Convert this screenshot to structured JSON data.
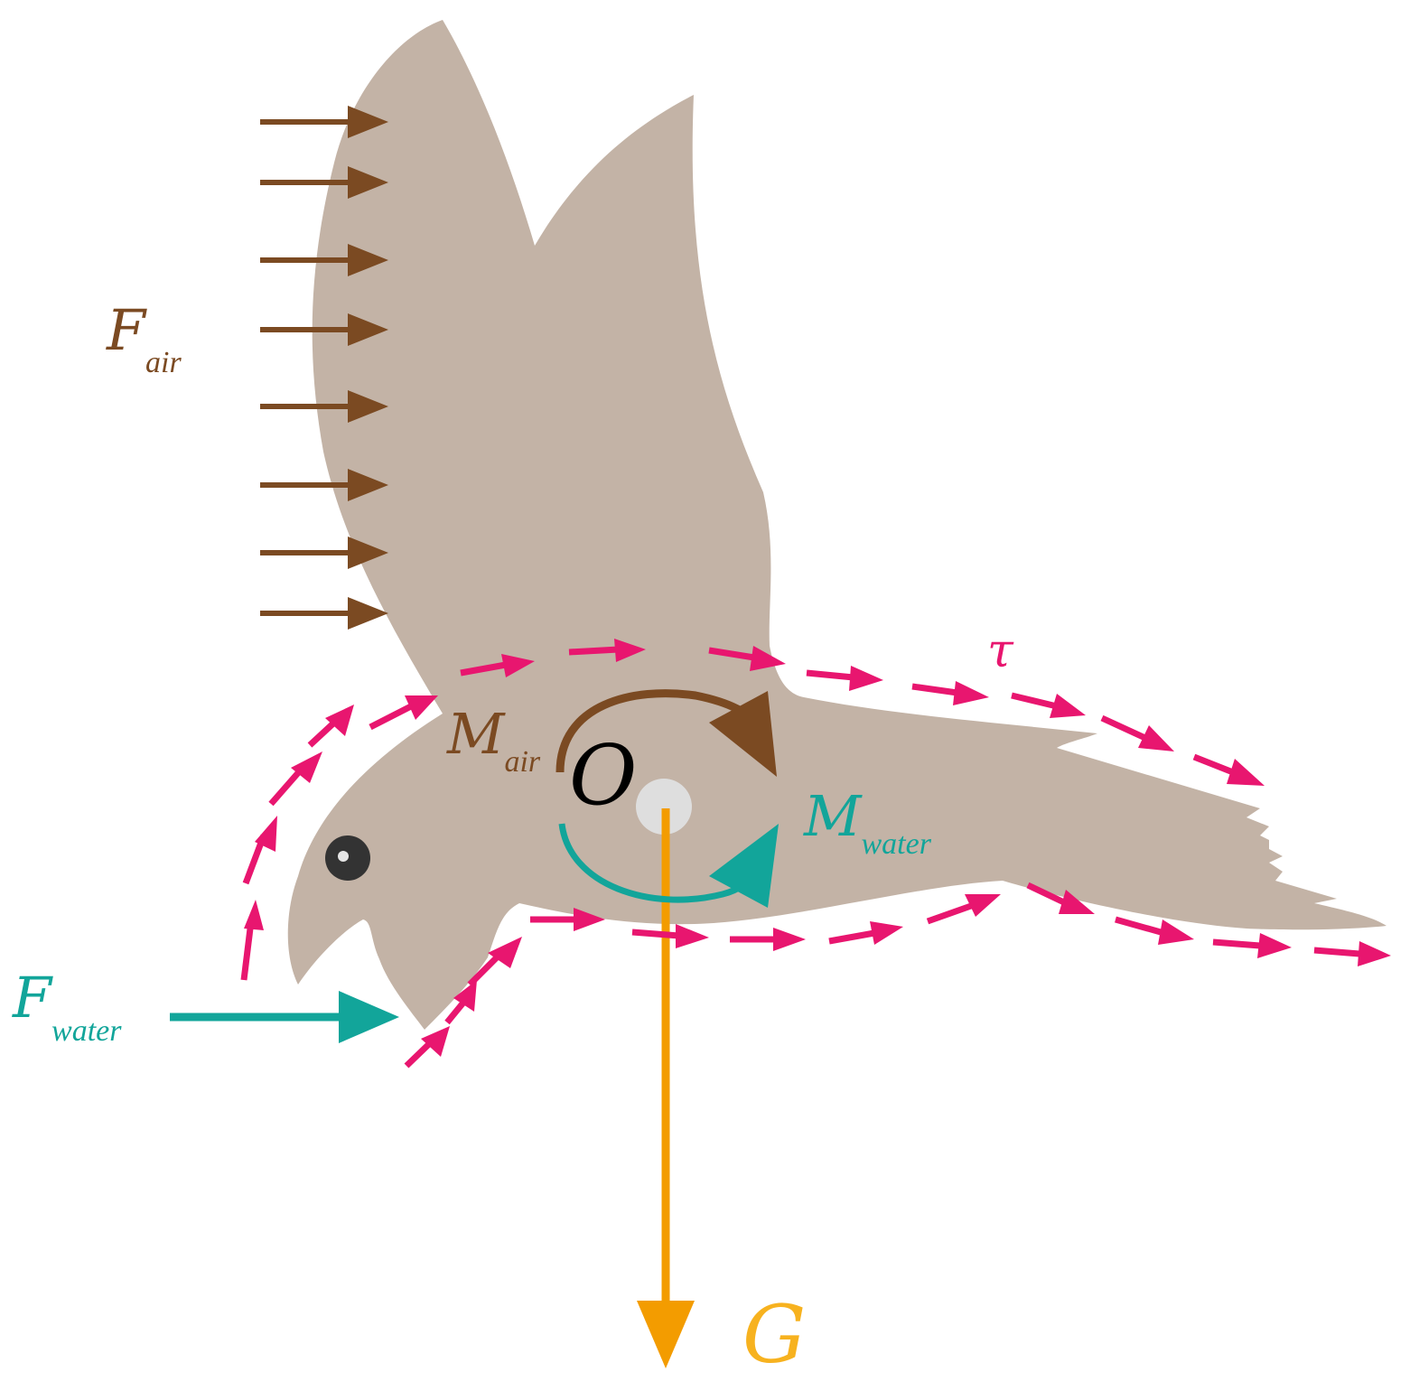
{
  "colors": {
    "bird": "#c3b3a6",
    "air": "#7b4a22",
    "water": "#12a59a",
    "shear": "#e8166f",
    "gravity": "#f39c00",
    "gravity_label": "#f7b21f",
    "eye": "#333333",
    "pivot": "#dedede",
    "origin_label": "#000000"
  },
  "labels": {
    "f_air": {
      "main": "F",
      "sub": "air"
    },
    "f_water": {
      "main": "F",
      "sub": "water"
    },
    "m_air": {
      "main": "M",
      "sub": "air"
    },
    "m_water": {
      "main": "M",
      "sub": "water"
    },
    "origin": "O",
    "tau": "τ",
    "gravity": "G"
  },
  "icons": {
    "air_force_arrows": "arrow-right-icon",
    "water_force_arrow": "arrow-right-icon",
    "gravity_arrow": "arrow-down-icon",
    "air_moment": "clockwise-arc-arrow-icon",
    "water_moment": "counterclockwise-arc-arrow-icon",
    "shear_stress": "dashed-arrow-icon"
  }
}
